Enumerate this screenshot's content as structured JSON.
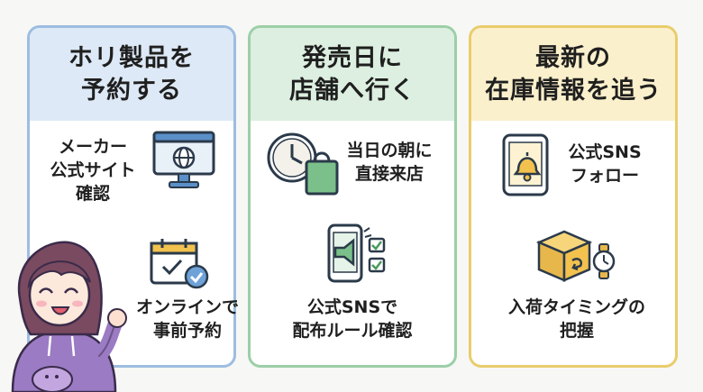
{
  "cards": [
    {
      "title_line1": "ホリ製品を",
      "title_line2": "予約する",
      "color": "#9dbde0",
      "items": [
        {
          "line1": "メーカー",
          "line2": "公式サイト",
          "line3": "確認",
          "icon": "website-monitor-icon"
        },
        {
          "line1": "オンラインで",
          "line2": "事前予約",
          "icon": "calendar-check-icon"
        }
      ]
    },
    {
      "title_line1": "発売日に",
      "title_line2": "店舗へ行く",
      "color": "#9ccfa8",
      "items": [
        {
          "line1": "当日の朝に",
          "line2": "直接来店",
          "icon": "clock-shopping-bag-icon"
        },
        {
          "line1": "公式SNSで",
          "line2": "配布ルール確認",
          "icon": "phone-megaphone-icon"
        }
      ]
    },
    {
      "title_line1": "最新の",
      "title_line2": "在庫情報を追う",
      "color": "#e9cd6c",
      "items": [
        {
          "line1": "公式SNS",
          "line2": "フォロー",
          "icon": "phone-bell-icon"
        },
        {
          "line1": "入荷タイミングの",
          "line2": "把握",
          "icon": "box-watch-icon"
        }
      ]
    }
  ]
}
